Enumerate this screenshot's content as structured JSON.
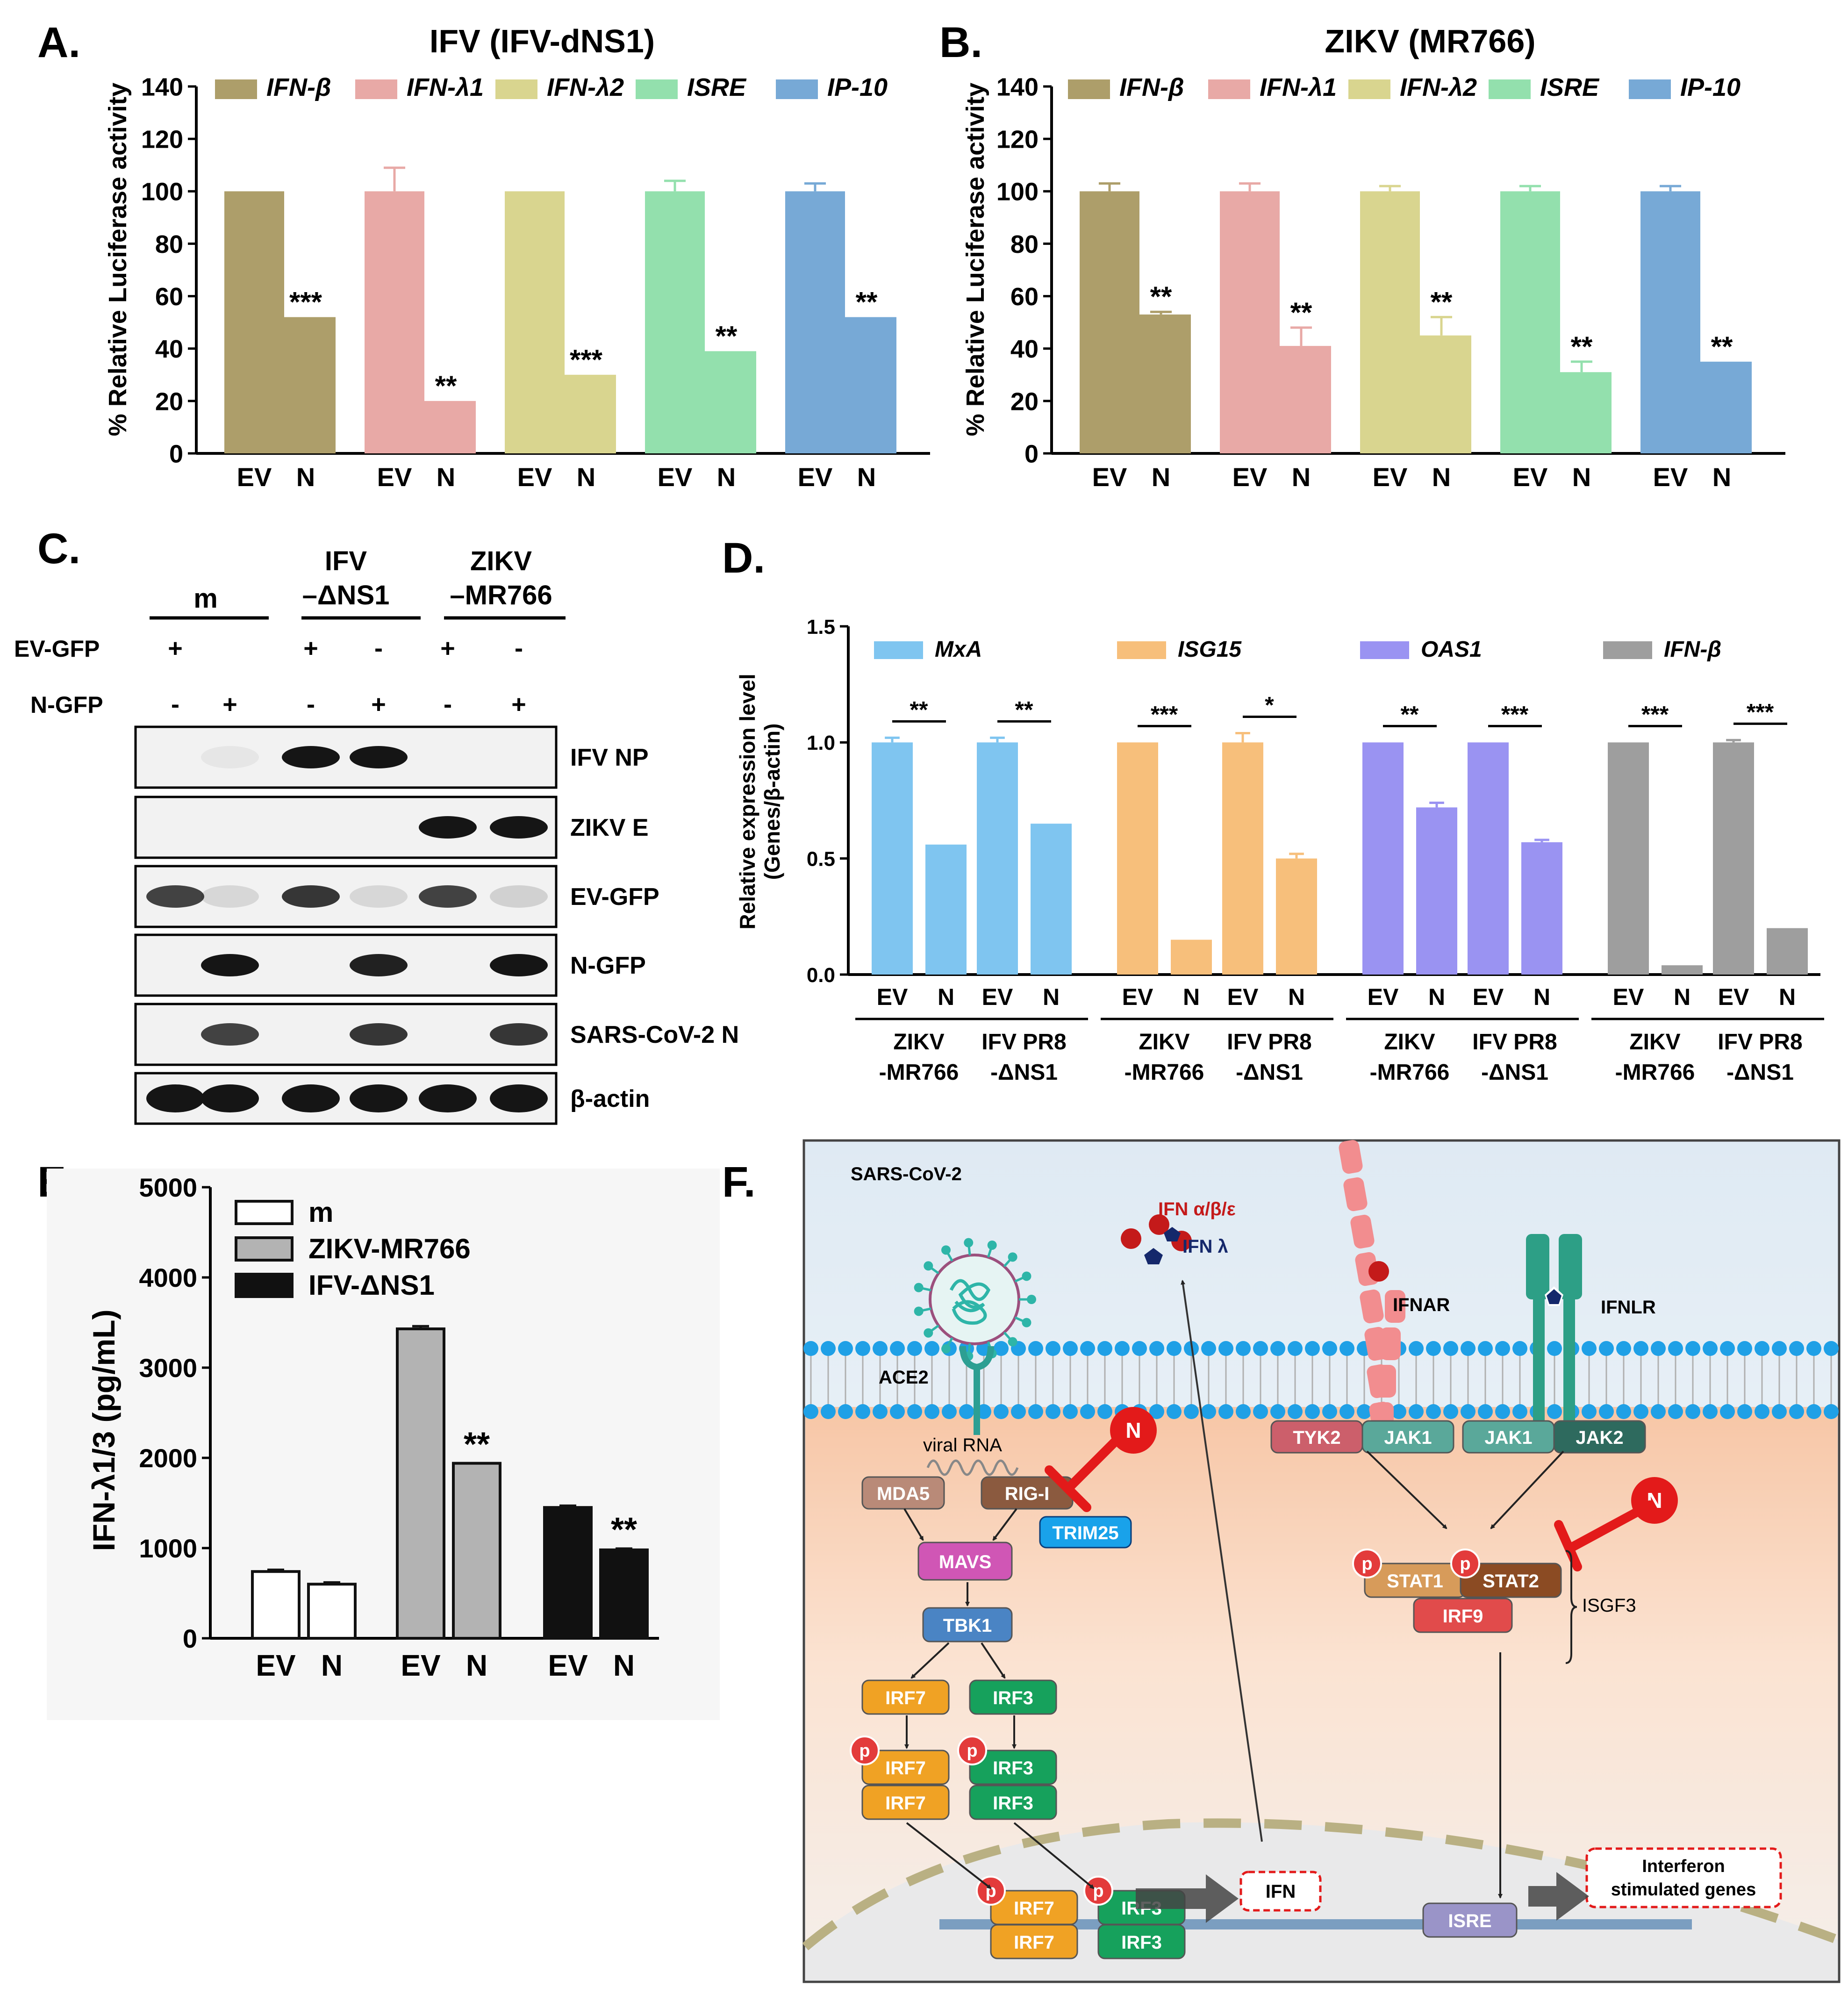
{
  "panel_letters": {
    "A": "A.",
    "B": "B.",
    "C": "C.",
    "D": "D.",
    "E": "E.",
    "F": "F."
  },
  "colors": {
    "IFN-β": "#ad9e6a",
    "IFN-λ1": "#e8a9a6",
    "IFN-λ2": "#d9d58f",
    "ISRE": "#93e0ad",
    "IP-10": "#77a9d6",
    "MxA": "#7fc5f0",
    "ISG15": "#f7bf7b",
    "OAS1": "#9a93f2",
    "IFN-β_D": "#9e9e9e"
  },
  "chart_data": [
    {
      "panel": "A",
      "type": "bar",
      "title": "IFV (IFV-dNS1)",
      "ylabel": "% Relative Luciferase activity",
      "ylim": [
        0,
        140
      ],
      "yticks": [
        0,
        20,
        40,
        60,
        80,
        100,
        120,
        140
      ],
      "legend": [
        "IFN-β",
        "IFN-λ1",
        "IFN-λ2",
        "ISRE",
        "IP-10"
      ],
      "groups": [
        {
          "name": "IFN-β",
          "bars": [
            {
              "label": "EV",
              "value": 100,
              "err": 0
            },
            {
              "label": "N",
              "value": 52,
              "err": 0,
              "sig": "***"
            }
          ]
        },
        {
          "name": "IFN-λ1",
          "bars": [
            {
              "label": "EV",
              "value": 100,
              "err": 9
            },
            {
              "label": "N",
              "value": 20,
              "err": 0,
              "sig": "**"
            }
          ]
        },
        {
          "name": "IFN-λ2",
          "bars": [
            {
              "label": "EV",
              "value": 100,
              "err": 0
            },
            {
              "label": "N",
              "value": 30,
              "err": 0,
              "sig": "***"
            }
          ]
        },
        {
          "name": "ISRE",
          "bars": [
            {
              "label": "EV",
              "value": 100,
              "err": 4
            },
            {
              "label": "N",
              "value": 39,
              "err": 0,
              "sig": "**"
            }
          ]
        },
        {
          "name": "IP-10",
          "bars": [
            {
              "label": "EV",
              "value": 100,
              "err": 3
            },
            {
              "label": "N",
              "value": 52,
              "err": 0,
              "sig": "**"
            }
          ]
        }
      ]
    },
    {
      "panel": "B",
      "type": "bar",
      "title": "ZIKV (MR766)",
      "ylabel": "% Relative Luciferase activity",
      "ylim": [
        0,
        140
      ],
      "yticks": [
        0,
        20,
        40,
        60,
        80,
        100,
        120,
        140
      ],
      "legend": [
        "IFN-β",
        "IFN-λ1",
        "IFN-λ2",
        "ISRE",
        "IP-10"
      ],
      "groups": [
        {
          "name": "IFN-β",
          "bars": [
            {
              "label": "EV",
              "value": 100,
              "err": 3
            },
            {
              "label": "N",
              "value": 53,
              "err": 1,
              "sig": "**"
            }
          ]
        },
        {
          "name": "IFN-λ1",
          "bars": [
            {
              "label": "EV",
              "value": 100,
              "err": 3
            },
            {
              "label": "N",
              "value": 41,
              "err": 7,
              "sig": "**"
            }
          ]
        },
        {
          "name": "IFN-λ2",
          "bars": [
            {
              "label": "EV",
              "value": 100,
              "err": 2
            },
            {
              "label": "N",
              "value": 45,
              "err": 7,
              "sig": "**"
            }
          ]
        },
        {
          "name": "ISRE",
          "bars": [
            {
              "label": "EV",
              "value": 100,
              "err": 2
            },
            {
              "label": "N",
              "value": 31,
              "err": 4,
              "sig": "**"
            }
          ]
        },
        {
          "name": "IP-10",
          "bars": [
            {
              "label": "EV",
              "value": 100,
              "err": 2
            },
            {
              "label": "N",
              "value": 35,
              "err": 0,
              "sig": "**"
            }
          ]
        }
      ]
    },
    {
      "panel": "D",
      "type": "bar",
      "ylabel": "Relative expression level",
      "ylabel2": "(Genes/β-actin)",
      "ylim": [
        0,
        1.5
      ],
      "yticks": [
        0.0,
        0.5,
        1.0,
        1.5
      ],
      "legend": [
        "MxA",
        "ISG15",
        "OAS1",
        "IFN-β"
      ],
      "groups": [
        {
          "gene": "MxA",
          "virus": [
            "ZIKV",
            "-MR766"
          ],
          "sig": "**",
          "bars": [
            {
              "label": "EV",
              "value": 1.0,
              "err": 0.02
            },
            {
              "label": "N",
              "value": 0.56,
              "err": 0
            }
          ]
        },
        {
          "gene": "MxA",
          "virus": [
            "IFV PR8",
            "-ΔNS1"
          ],
          "sig": "**",
          "bars": [
            {
              "label": "EV",
              "value": 1.0,
              "err": 0.02
            },
            {
              "label": "N",
              "value": 0.65,
              "err": 0
            }
          ]
        },
        {
          "gene": "ISG15",
          "virus": [
            "ZIKV",
            "-MR766"
          ],
          "sig": "***",
          "bars": [
            {
              "label": "EV",
              "value": 1.0,
              "err": 0
            },
            {
              "label": "N",
              "value": 0.15,
              "err": 0
            }
          ]
        },
        {
          "gene": "ISG15",
          "virus": [
            "IFV PR8",
            "-ΔNS1"
          ],
          "sig": "*",
          "bars": [
            {
              "label": "EV",
              "value": 1.0,
              "err": 0.04
            },
            {
              "label": "N",
              "value": 0.5,
              "err": 0.02
            }
          ]
        },
        {
          "gene": "OAS1",
          "virus": [
            "ZIKV",
            "-MR766"
          ],
          "sig": "**",
          "bars": [
            {
              "label": "EV",
              "value": 1.0,
              "err": 0
            },
            {
              "label": "N",
              "value": 0.72,
              "err": 0.02
            }
          ]
        },
        {
          "gene": "OAS1",
          "virus": [
            "IFV PR8",
            "-ΔNS1"
          ],
          "sig": "***",
          "bars": [
            {
              "label": "EV",
              "value": 1.0,
              "err": 0
            },
            {
              "label": "N",
              "value": 0.57,
              "err": 0.01
            }
          ]
        },
        {
          "gene": "IFN-β",
          "virus": [
            "ZIKV",
            "-MR766"
          ],
          "sig": "***",
          "bars": [
            {
              "label": "EV",
              "value": 1.0,
              "err": 0
            },
            {
              "label": "N",
              "value": 0.04,
              "err": 0
            }
          ]
        },
        {
          "gene": "IFN-β",
          "virus": [
            "IFV PR8",
            "-ΔNS1"
          ],
          "sig": "***",
          "bars": [
            {
              "label": "EV",
              "value": 1.0,
              "err": 0.01
            },
            {
              "label": "N",
              "value": 0.2,
              "err": 0
            }
          ]
        }
      ]
    },
    {
      "panel": "E",
      "type": "bar",
      "ylabel": "IFN-λ1/3 (pg/mL)",
      "ylim": [
        0,
        5000
      ],
      "yticks": [
        0,
        1000,
        2000,
        3000,
        4000,
        5000
      ],
      "legend": [
        "m",
        "ZIKV-MR766",
        "IFV-ΔNS1"
      ],
      "groups": [
        {
          "name": "m",
          "fill": "#ffffff",
          "bars": [
            {
              "label": "EV",
              "value": 740,
              "err": 20
            },
            {
              "label": "N",
              "value": 600,
              "err": 20
            }
          ]
        },
        {
          "name": "ZIKV-MR766",
          "fill": "#b3b3b3",
          "bars": [
            {
              "label": "EV",
              "value": 3430,
              "err": 30
            },
            {
              "label": "N",
              "value": 1940,
              "err": 0,
              "sig": "**"
            }
          ]
        },
        {
          "name": "IFV-ΔNS1",
          "fill": "#111111",
          "bars": [
            {
              "label": "EV",
              "value": 1450,
              "err": 20
            },
            {
              "label": "N",
              "value": 980,
              "err": 15,
              "sig": "**"
            }
          ]
        }
      ]
    }
  ],
  "blot": {
    "groups": [
      "m",
      "IFV",
      "–ΔNS1",
      "ZIKV",
      "–MR766"
    ],
    "row_labels": [
      "EV-GFP",
      "N-GFP"
    ],
    "ev_gfp": [
      "+",
      "",
      "+",
      "-",
      "+",
      "-"
    ],
    "n_gfp": [
      "-",
      "+",
      "-",
      "+",
      "-",
      "+"
    ],
    "bands": [
      "IFV NP",
      "ZIKV E",
      "EV-GFP",
      "N-GFP",
      "SARS-CoV-2 N",
      "β-actin"
    ]
  },
  "diagram": {
    "virus": "SARS-CoV-2",
    "ace2": "ACE2",
    "ifn_ab": "IFN α/β/ε",
    "ifn_l": "IFN λ",
    "ifnar": "IFNAR",
    "ifnlr": "IFNLR",
    "viral_rna": "viral RNA",
    "mda5": "MDA5",
    "rigi": "RIG-I",
    "trim25": "TRIM25",
    "mavs": "MAVS",
    "tbk1": "TBK1",
    "irf7": "IRF7",
    "irf3": "IRF3",
    "p": "p",
    "n": "N",
    "tyk2": "TYK2",
    "jak1": "JAK1",
    "jak2": "JAK2",
    "stat1": "STAT1",
    "stat2": "STAT2",
    "irf9": "IRF9",
    "isgf3": "ISGF3",
    "ifn": "IFN",
    "isre": "ISRE",
    "isg1": "Interferon",
    "isg2": "stimulated genes"
  }
}
